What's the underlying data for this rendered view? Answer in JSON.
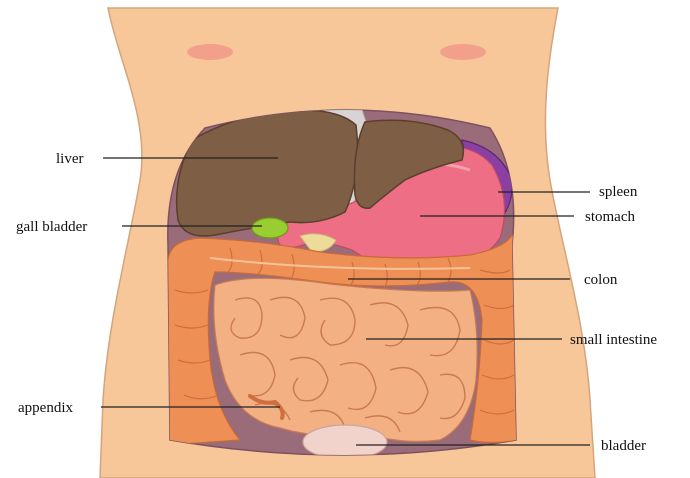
{
  "labels": {
    "liver": "liver",
    "gall_bladder": "gall bladder",
    "appendix": "appendix",
    "spleen": "spleen",
    "stomach": "stomach",
    "colon": "colon",
    "small_intestine": "small intestine",
    "bladder": "bladder"
  },
  "colors": {
    "skin": "#F7C79A",
    "skin_outline": "#D4A57C",
    "nipple": "#F2A08C",
    "cavity": "#9A6B78",
    "liver": "#7E5E45",
    "liver_outline": "#5A3F2C",
    "stomach": "#EE6E86",
    "spleen": "#8B3FA3",
    "gallbladder": "#9ACD32",
    "colon": "#EE8F55",
    "small_intestine": "#F2B083",
    "intestine_outline": "#C97A52",
    "bladder": "#F1D3CC",
    "cartilage": "#D8D4D4"
  }
}
